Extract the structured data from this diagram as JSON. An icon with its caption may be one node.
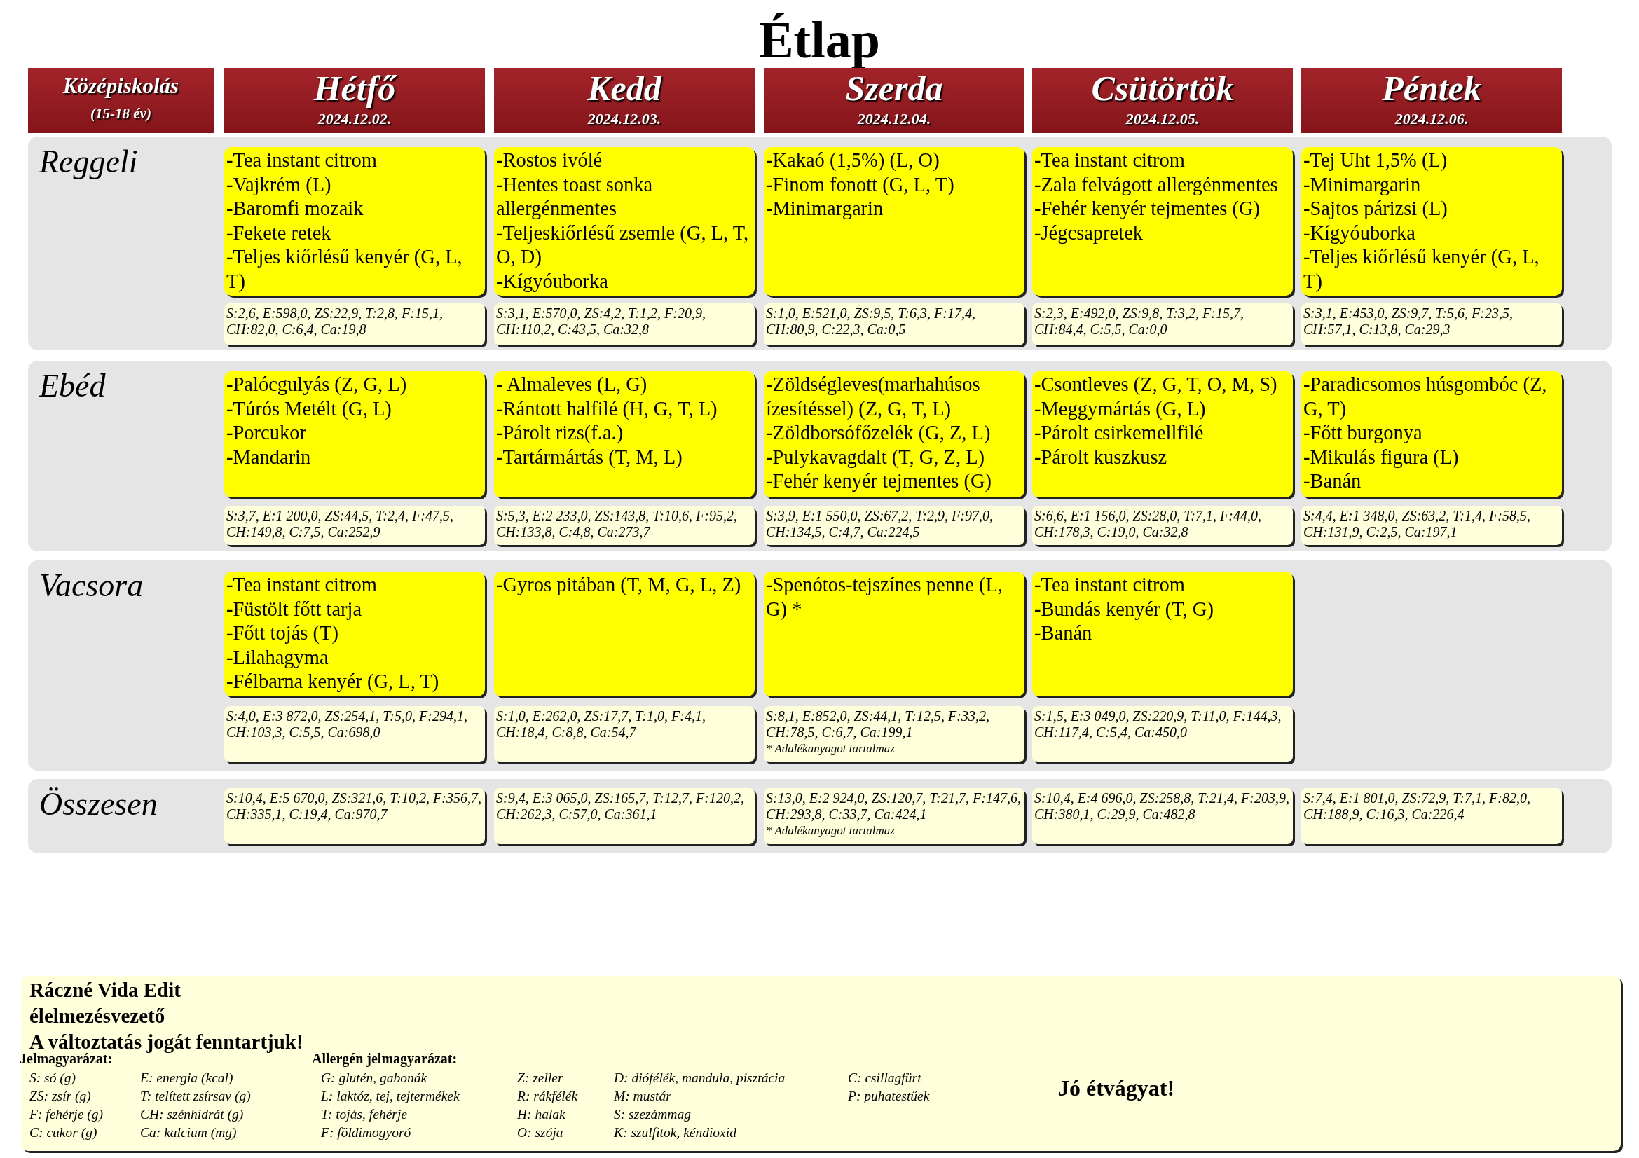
{
  "diagram": {
    "title": "Étlap",
    "nodes": [
      {
        "text": [
          "Középiskolás",
          "(15-18 év)"
        ]
      },
      {
        "text": [
          "Hétfő",
          "2024.12.02."
        ]
      },
      {
        "text": [
          "Kedd",
          "2024.12.03."
        ]
      },
      {
        "text": [
          "Szerda",
          "2024.12.04."
        ]
      },
      {
        "text": [
          "Csütörtök",
          "2024.12.05."
        ]
      },
      {
        "text": [
          "Péntek",
          "2024.12.06."
        ]
      },
      {
        "text": [
          "Reggeli"
        ]
      },
      {
        "text": [
          "-Tea instant citrom",
          "-Vajkrém (L)",
          "-Baromfi mozaik",
          "-Fekete retek",
          "-Teljes kiőrlésű kenyér (G, L, T)"
        ],
        "in": 6
      },
      {
        "text": [
          "-Rostos ivólé",
          "-Hentes toast sonka allergénmentes",
          "-Teljeskiőrlésű zsemle (G, L, T, O, D)",
          "-Kígyóuborka"
        ],
        "in": 6
      },
      {
        "text": [
          "-Kakaó (1,5%) (L, O)",
          "-Finom fonott (G, L, T)",
          "-Minimargarin"
        ],
        "in": 6
      },
      {
        "text": [
          "-Tea instant citrom",
          "-Zala felvágott allergénmentes",
          "-Fehér kenyér tejmentes (G)",
          "-Jégcsapretek"
        ],
        "in": 6
      },
      {
        "text": [
          "-Tej Uht 1,5% (L)",
          "-Minimargarin",
          "-Sajtos párizsi (L)",
          "-Kígyóuborka",
          "-Teljes kiőrlésű kenyér (G, L, T)"
        ],
        "in": 6
      },
      {
        "text": [
          "S:2,6, E:598,0, ZS:22,9, T:2,8, F:15,1, CH:82,0, C:6,4, Ca:19,8"
        ],
        "in": 6
      },
      {
        "text": [
          "S:3,1, E:570,0, ZS:4,2, T:1,2, F:20,9, CH:110,2, C:43,5, Ca:32,8"
        ],
        "in": 6
      },
      {
        "text": [
          "S:1,0, E:521,0, ZS:9,5, T:6,3, F:17,4, CH:80,9, C:22,3, Ca:0,5"
        ],
        "in": 6
      },
      {
        "text": [
          "S:2,3, E:492,0, ZS:9,8, T:3,2, F:15,7, CH:84,4, C:5,5, Ca:0,0"
        ],
        "in": 6
      },
      {
        "text": [
          "S:3,1, E:453,0, ZS:9,7, T:5,6, F:23,5, CH:57,1, C:13,8, Ca:29,3"
        ],
        "in": 6
      },
      {
        "text": [
          "Ebéd"
        ]
      },
      {
        "text": [
          "-Palócgulyás (Z, G, L)",
          "-Túrós Metélt (G, L)",
          "-Porcukor",
          "-Mandarin"
        ],
        "in": 17
      },
      {
        "text": [
          "- Almaleves (L, G)",
          "-Rántott halfilé (H, G, T, L)",
          "-Párolt rizs(f.a.)",
          "-Tartármártás (T, M, L)"
        ],
        "in": 17
      },
      {
        "text": [
          "-Zöldségleves(marhahúsos ízesítéssel) (Z, G, T, L)",
          "-Zöldborsófőzelék (G, Z, L)",
          "-Pulykavagdalt (T, G, Z, L)",
          "-Fehér kenyér tejmentes (G)"
        ],
        "in": 17
      },
      {
        "text": [
          "-Csontleves (Z, G, T, O, M, S)",
          "-Meggymártás (G, L)",
          "-Párolt csirkemellfilé",
          "-Párolt kuszkusz"
        ],
        "in": 17
      },
      {
        "text": [
          "-Paradicsomos húsgombóc (Z, G, T)",
          "-Főtt burgonya",
          "-Mikulás figura (L)",
          "-Banán"
        ],
        "in": 17
      },
      {
        "text": [
          "S:3,7, E:1 200,0, ZS:44,5, T:2,4, F:47,5, CH:149,8, C:7,5, Ca:252,9"
        ],
        "in": 17
      },
      {
        "text": [
          "S:5,3, E:2 233,0, ZS:143,8, T:10,6, F:95,2, CH:133,8, C:4,8, Ca:273,7"
        ],
        "in": 17
      },
      {
        "text": [
          "S:3,9, E:1 550,0, ZS:67,2, T:2,9, F:97,0, CH:134,5, C:4,7, Ca:224,5"
        ],
        "in": 17
      },
      {
        "text": [
          "S:6,6, E:1 156,0, ZS:28,0, T:7,1, F:44,0, CH:178,3, C:19,0, Ca:32,8"
        ],
        "in": 17
      },
      {
        "text": [
          "S:4,4, E:1 348,0, ZS:63,2, T:1,4, F:58,5, CH:131,9, C:2,5, Ca:197,1"
        ],
        "in": 17
      },
      {
        "text": [
          "Vacsora"
        ]
      },
      {
        "text": [
          "-Tea instant citrom",
          "-Füstölt főtt tarja",
          "-Főtt tojás (T)",
          "-Lilahagyma",
          "-Félbarna kenyér (G, L, T)"
        ],
        "in": 28
      },
      {
        "text": [
          "-Gyros pitában (T, M, G, L, Z)"
        ],
        "in": 28
      },
      {
        "text": [
          "-Spenótos-tejszínes penne (L, G) *"
        ],
        "in": 28
      },
      {
        "text": [
          "-Tea instant citrom",
          "-Bundás kenyér (T, G)",
          "-Banán"
        ],
        "in": 28
      },
      {
        "text": [
          "S:4,0, E:3 872,0, ZS:254,1, T:5,0, F:294,1, CH:103,3, C:5,5, Ca:698,0"
        ],
        "in": 28
      },
      {
        "text": [
          "S:1,0, E:262,0, ZS:17,7, T:1,0, F:4,1, CH:18,4, C:8,8, Ca:54,7"
        ],
        "in": 28
      },
      {
        "text": [
          "S:8,1, E:852,0, ZS:44,1, T:12,5, F:33,2, CH:78,5, C:6,7, Ca:199,1",
          "* Adalékanyagot tartalmaz"
        ],
        "in": 28
      },
      {
        "text": [
          "S:1,5, E:3 049,0, ZS:220,9, T:11,0, F:144,3, CH:117,4, C:5,4, Ca:450,0"
        ],
        "in": 28
      },
      {
        "text": [
          "Összesen"
        ]
      },
      {
        "text": [
          "S:10,4, E:5 670,0, ZS:321,6, T:10,2, F:356,7, CH:335,1, C:19,4, Ca:970,7"
        ],
        "in": 37
      },
      {
        "text": [
          "S:9,4, E:3 065,0, ZS:165,7, T:12,7, F:120,2, CH:262,3, C:57,0, Ca:361,1"
        ],
        "in": 37
      },
      {
        "text": [
          "S:13,0, E:2 924,0, ZS:120,7, T:21,7, F:147,6, CH:293,8, C:33,7, Ca:424,1",
          "* Adalékanyagot tartalmaz"
        ],
        "in": 37
      },
      {
        "text": [
          "S:10,4, E:4 696,0, ZS:258,8, T:21,4, F:203,9, CH:380,1, C:29,9, Ca:482,8"
        ],
        "in": 37
      },
      {
        "text": [
          "S:7,4, E:1 801,0, ZS:72,9, T:7,1, F:82,0, CH:188,9, C:16,3, Ca:226,4"
        ],
        "in": 37
      },
      {
        "text": [
          "Ráczné Vida Edit",
          "élelmezésvezető",
          "A változtatás jogát fenntartjuk!",
          "Jó étvágyat!"
        ]
      }
    ],
    "labels": [
      "Jelmagyarázat:",
      "Allergén jelmagyarázat:",
      "S: só (g)",
      "E: energia (kcal)",
      "G: glutén, gabonák",
      "Z: zeller",
      "D: diófélék, mandula, pisztácia",
      "C: csillagfürt",
      "ZS: zsír (g)",
      "T: telített zsírsav (g)",
      "L: laktóz, tej, tejtermékek",
      "R: rákfélék",
      "M: mustár",
      "P: puhatestűek",
      "F: fehérje (g)",
      "CH: szénhidrát (g)",
      "T: tojás, fehérje",
      "H: halak",
      "S: szezámmag",
      "C: cukor (g)",
      "Ca: kalcium (mg)",
      "F: földimogyoró",
      "O: szója",
      "K: szulfitok, kéndioxid"
    ]
  }
}
